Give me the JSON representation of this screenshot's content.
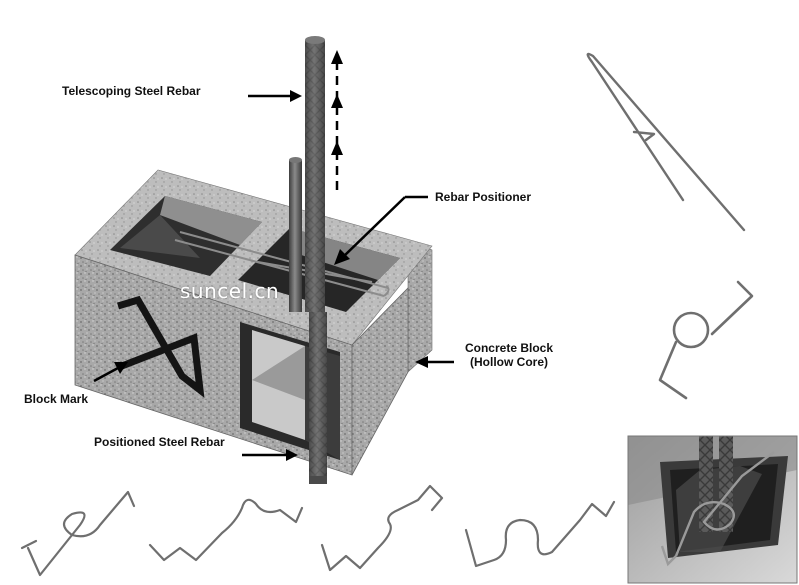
{
  "labels": {
    "telescoping_rebar": "Telescoping Steel Rebar",
    "rebar_positioner": "Rebar Positioner",
    "concrete_block_line1": "Concrete Block",
    "concrete_block_line2": "(Hollow Core)",
    "block_mark": "Block Mark",
    "positioned_rebar": "Positioned Steel Rebar"
  },
  "watermark": "suncel.cn",
  "colors": {
    "concrete": "#a9a9a9",
    "concrete_dark": "#7d7d7d",
    "cavity_shadow": "#2b2b2b",
    "cavity_light": "#c8c8c8",
    "rebar": "#5e5e5e",
    "wire": "#8c8c8c",
    "mark": "#141414",
    "arrow": "#000000"
  },
  "icons": {
    "arrow": "right-arrow",
    "dashed_arrow": "up-dashed-arrow"
  }
}
